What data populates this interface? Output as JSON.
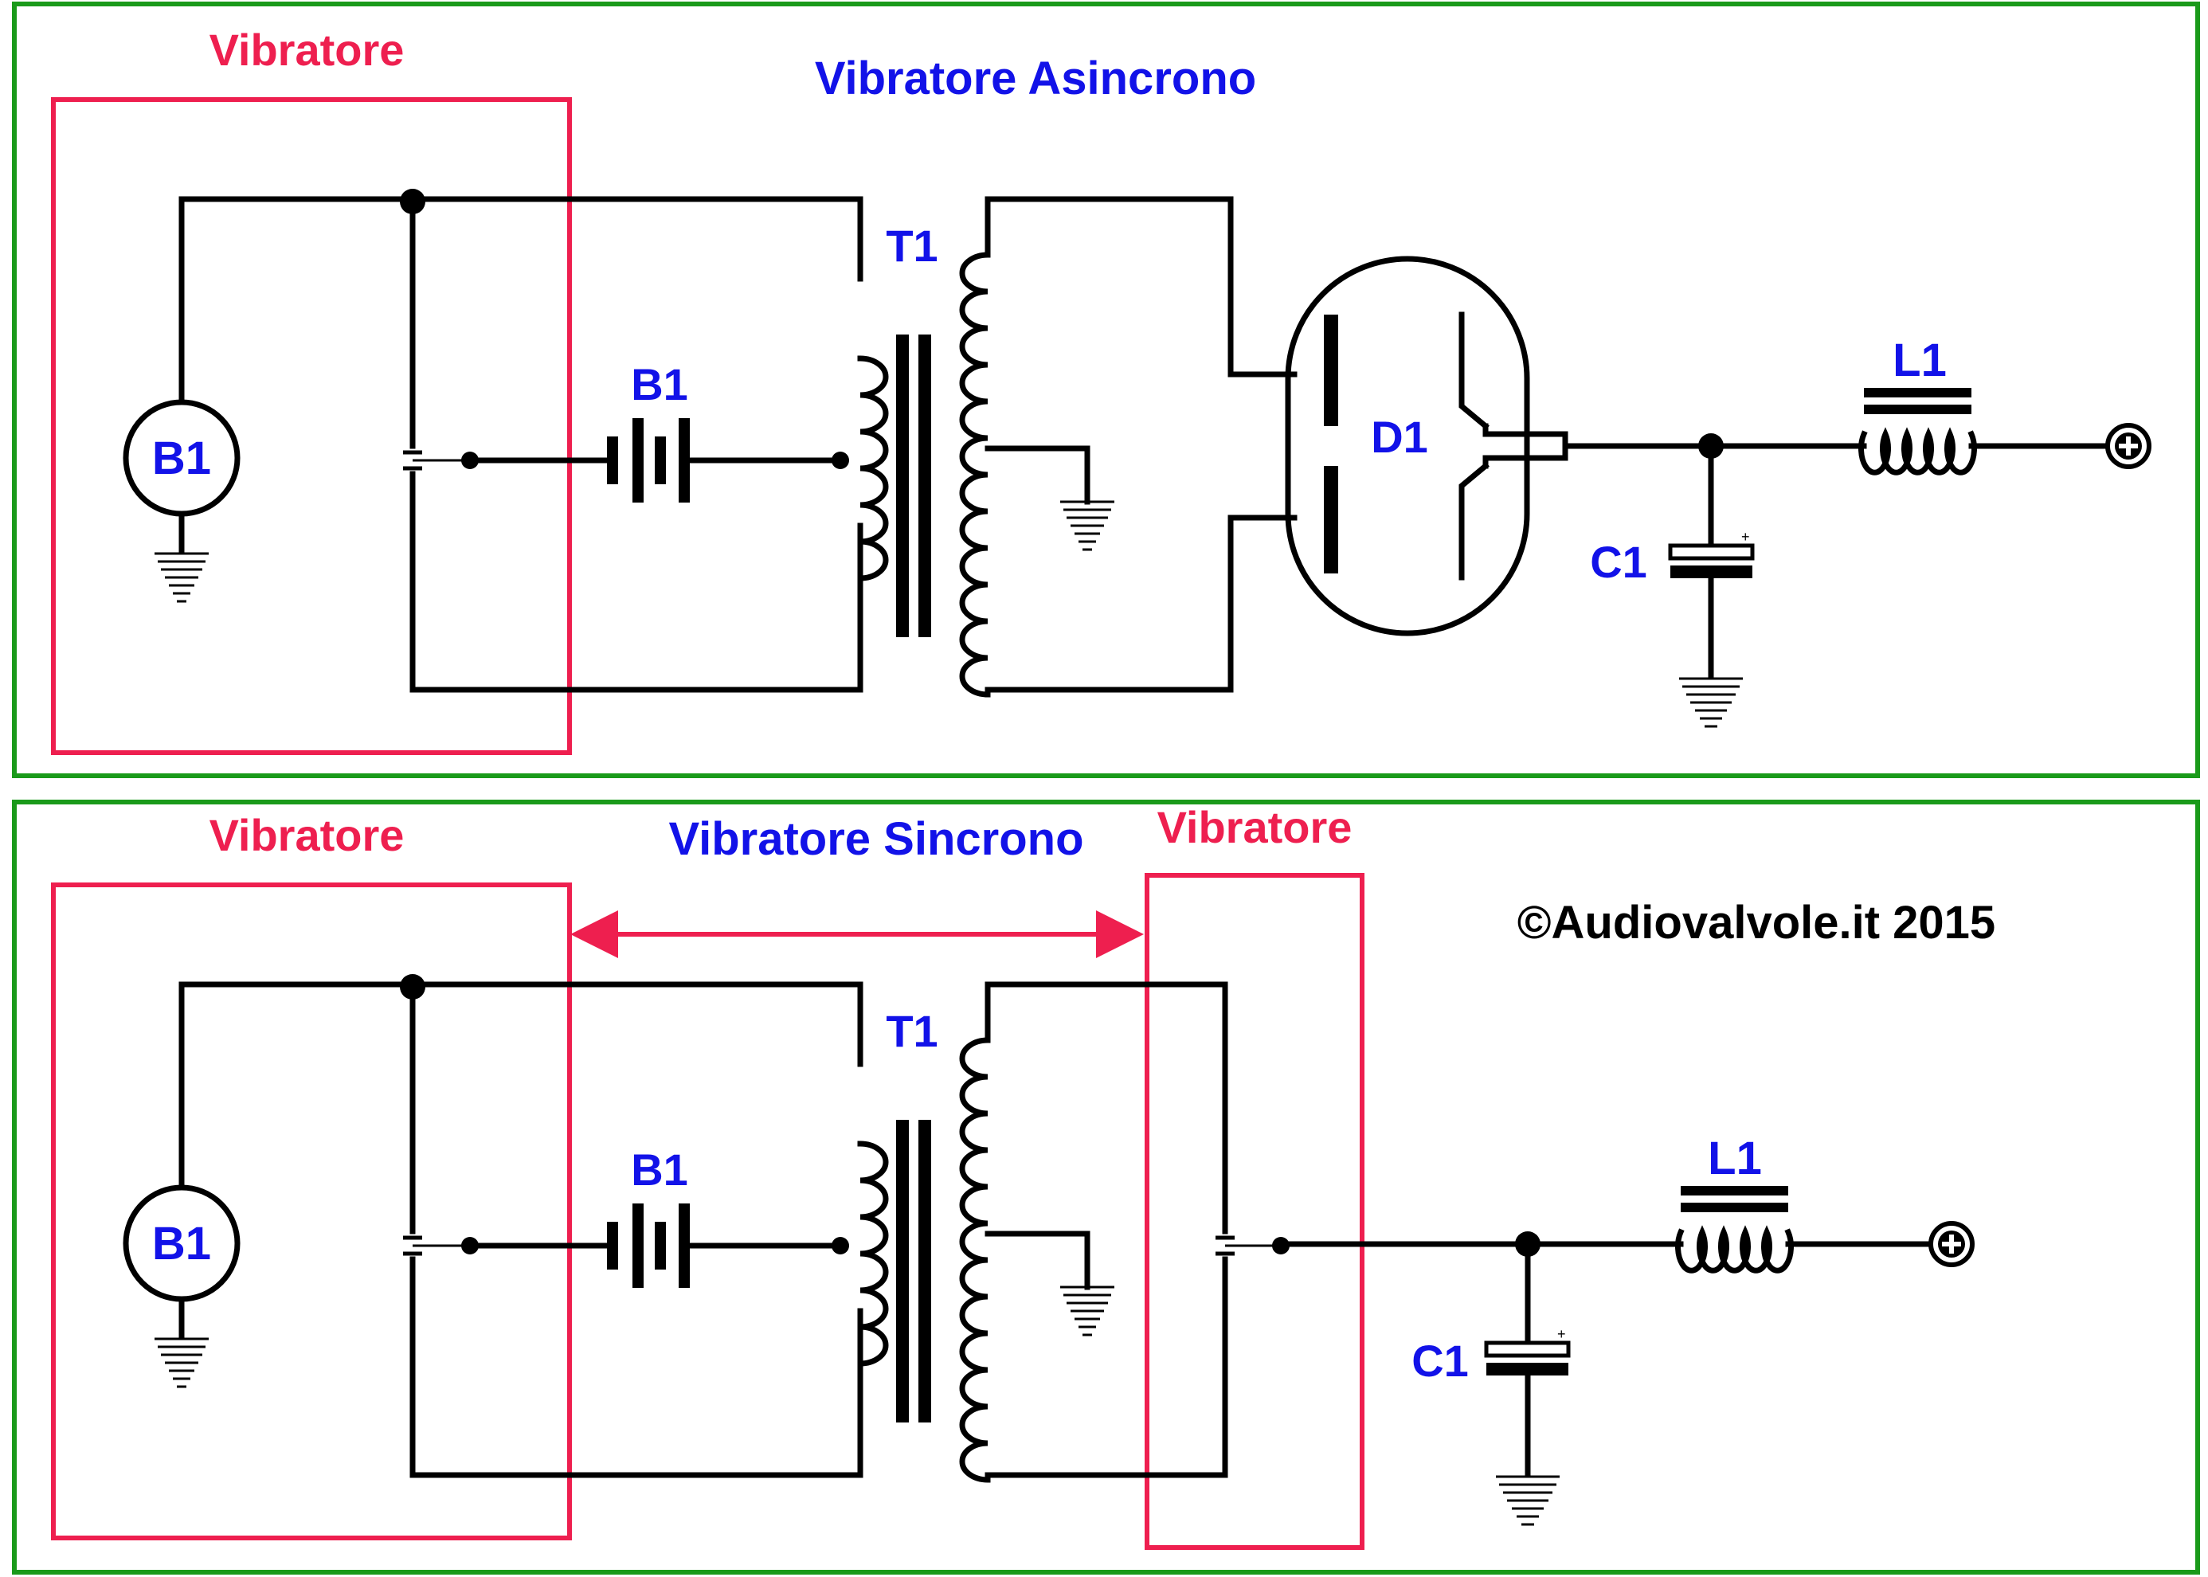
{
  "colors": {
    "frame": "#1a9a1a",
    "vibrator": "#ee1f4f",
    "label": "#1212e8",
    "wire": "#000000"
  },
  "top_panel": {
    "title": "Vibratore Asincrono",
    "vibrator_label": "Vibratore",
    "source_label": "B1",
    "battery_label": "B1",
    "transformer_label": "T1",
    "diode_label": "D1",
    "capacitor_label": "C1",
    "inductor_label": "L1"
  },
  "bottom_panel": {
    "title": "Vibratore Sincrono",
    "vibrator_label_left": "Vibratore",
    "vibrator_label_right": "Vibratore",
    "copyright": "©Audiovalvole.it 2015",
    "source_label": "B1",
    "battery_label": "B1",
    "transformer_label": "T1",
    "capacitor_label": "C1",
    "inductor_label": "L1"
  }
}
